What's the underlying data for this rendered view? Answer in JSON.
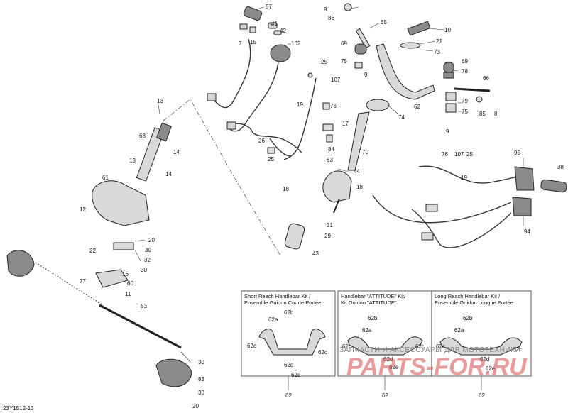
{
  "drawing_code": "23Y1512-13",
  "watermark": {
    "line1": "ЗАПЧАСТИ И АКСЕССУАРЫ ДЛЯ МОТОТЕХНИКИ",
    "line2": "PARTS-FOR.RU"
  },
  "callouts": {
    "c57": "57",
    "c41": "41",
    "c42": "42",
    "c7": "7",
    "c15": "15",
    "c102": "102",
    "c8a": "8",
    "c86": "86",
    "c65": "65",
    "c10": "10",
    "c21": "21",
    "c73": "73",
    "c69a": "69",
    "c75a": "75",
    "c9a": "9",
    "c25a": "25",
    "c107a": "107",
    "c19a": "19",
    "c76a": "76",
    "c17": "17",
    "c26": "26",
    "c84": "84",
    "c25b": "25",
    "c62a": "62",
    "c74": "74",
    "c69b": "69",
    "c78": "78",
    "c66": "66",
    "c79": "79",
    "c75b": "75",
    "c85": "85",
    "c8b": "8",
    "c9b": "9",
    "c70": "70",
    "c63": "63",
    "c44": "44",
    "c18a": "18",
    "c18b": "18",
    "c31": "31",
    "c29": "29",
    "c43": "43",
    "c13a": "13",
    "c68": "68",
    "c14a": "14",
    "c13b": "13",
    "c14b": "14",
    "c61": "61",
    "c12": "12",
    "c20a": "20",
    "c30a": "30",
    "c22": "22",
    "c32": "32",
    "c30b": "30",
    "c16": "16",
    "c77": "77",
    "c60": "60",
    "c11": "11",
    "c53": "53",
    "c30c": "30",
    "c83": "83",
    "c30d": "30",
    "c20b": "20",
    "c76b": "76",
    "c107b": "107",
    "c25c": "25",
    "c19b": "19",
    "c95": "95",
    "c38": "38",
    "c94": "94"
  },
  "kits": [
    {
      "title1": "Short Reach Handlebar Kit /",
      "title2": "Ensemble Guidon Courte Portée",
      "p62b": "62b",
      "p62a": "62a",
      "p62c1": "62c",
      "p62c2": "62c",
      "p62d": "62d",
      "p62e": "62e",
      "part": "62"
    },
    {
      "title1": "Handlebar \"ATTITUDE\" Kit/",
      "title2": "Kit Guidon \"ATTITUDE\"",
      "p62b": "62b",
      "p62a": "62a",
      "p62c1": "62c",
      "p62c2": "62c",
      "p62d": "62d",
      "p62e": "62e",
      "part": "62"
    },
    {
      "title1": "Long Reach Handlebar Kit /",
      "title2": "Ensemble Guidon Longue Portée",
      "p62b": "62b",
      "p62a": "62a",
      "p62c1": "62c",
      "p62c2": "62c",
      "p62d": "62d",
      "p62e": "62e",
      "part": "62"
    }
  ]
}
